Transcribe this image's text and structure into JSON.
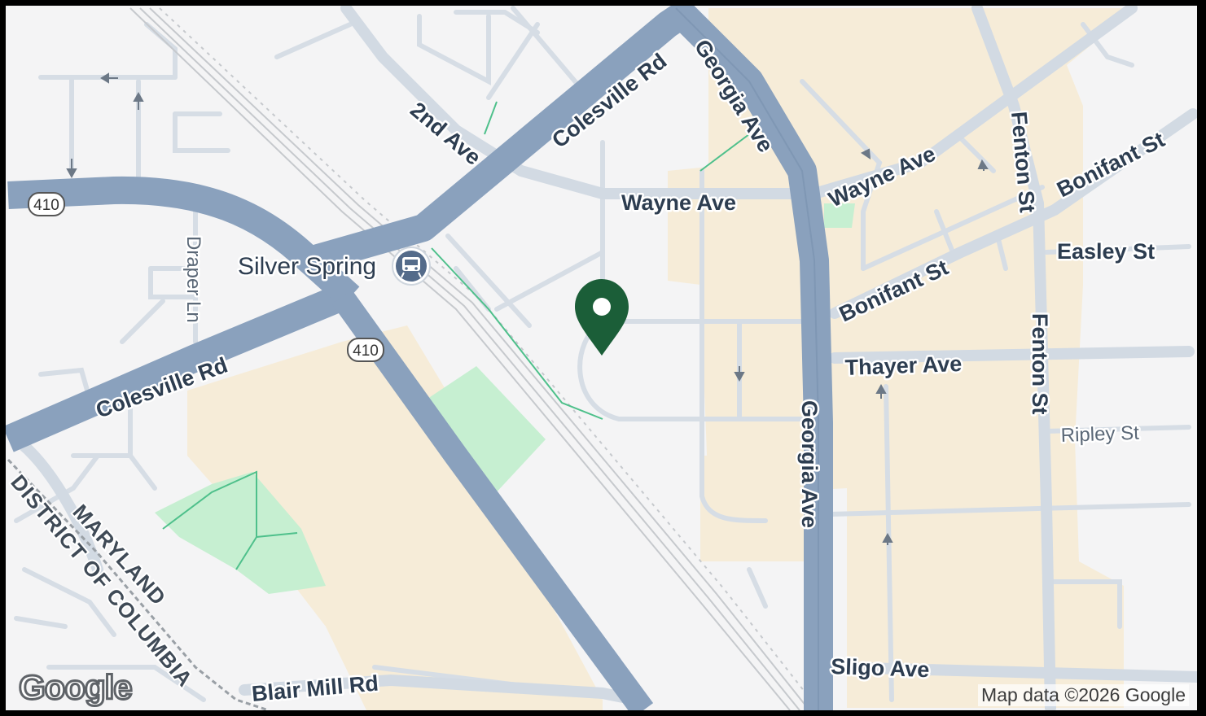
{
  "map": {
    "streets": {
      "colesville_rd_north": "Colesville Rd",
      "colesville_rd_south": "Colesville Rd",
      "georgia_ave_north": "Georgia Ave",
      "georgia_ave_south": "Georgia Ave",
      "second_ave": "2nd Ave",
      "wayne_ave_west": "Wayne Ave",
      "wayne_ave_east": "Wayne Ave",
      "fenton_st_north": "Fenton St",
      "fenton_st_south": "Fenton St",
      "bonifant_st_north": "Bonifant St",
      "bonifant_st_south": "Bonifant St",
      "easley_st": "Easley St",
      "thayer_ave": "Thayer Ave",
      "ripley_st": "Ripley St",
      "draper_ln": "Draper Ln",
      "sligo_ave": "Sligo Ave",
      "blair_mill_rd": "Blair Mill Rd"
    },
    "route_shields": {
      "west": "410",
      "center": "410"
    },
    "transit_station": {
      "name": "Silver Spring",
      "icon": "train-icon"
    },
    "borders": {
      "maryland": "MARYLAND",
      "dc": "DISTRICT OF COLUMBIA"
    },
    "marker": {
      "icon": "location-pin-icon",
      "color": "#1b5e38"
    },
    "colors": {
      "major_road": "#8aa1bd",
      "minor_road": "#d4dbe3",
      "commercial_area": "#f6ecd8",
      "park": "#c6efd1",
      "background": "#f4f4f5"
    }
  },
  "attribution": "Map data ©2026 Google",
  "logo": "Google"
}
